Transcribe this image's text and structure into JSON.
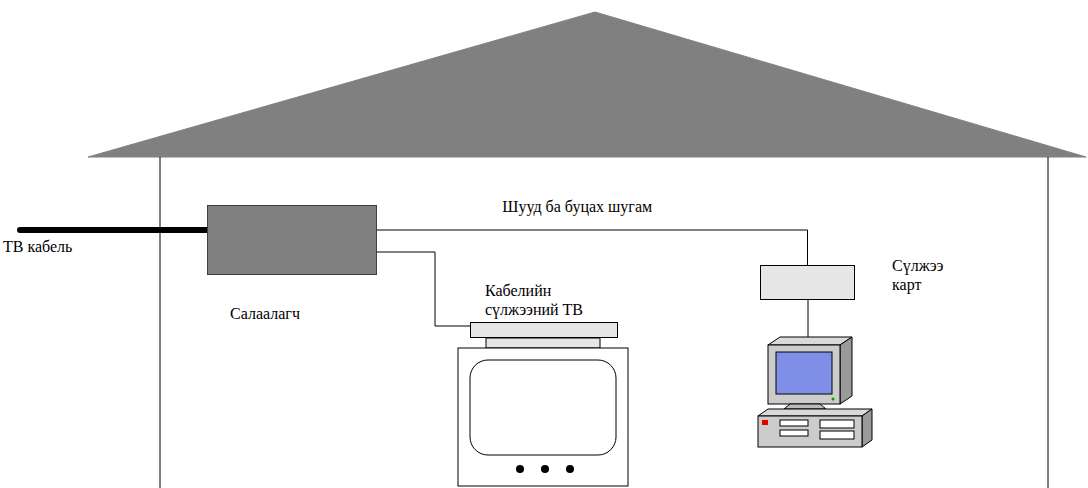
{
  "diagram": {
    "nodes": [
      {
        "text": [
          "Салаалагч"
        ]
      },
      {
        "text": [
          "Кабелийн сүлжээний ТВ"
        ]
      },
      {
        "text": [
          "Сүлжээ карт"
        ]
      }
    ],
    "edges": [
      {
        "from": 0,
        "to": 2,
        "arrow": "none",
        "label": "Шууд ба буцах шугам"
      },
      {
        "from": 0,
        "to": 1,
        "arrow": "none"
      }
    ],
    "labels": [
      "ТВ кабель"
    ]
  }
}
